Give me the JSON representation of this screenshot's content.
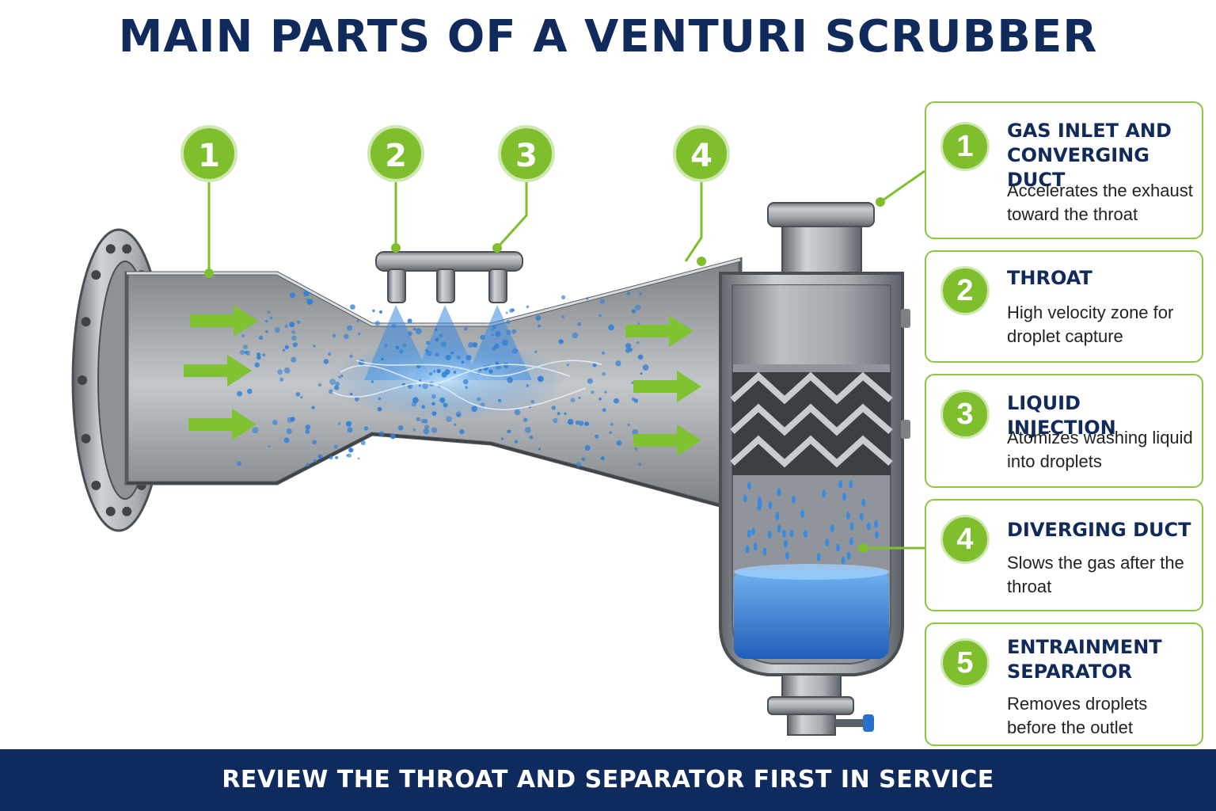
{
  "title": "MAIN PARTS OF A VENTURI SCRUBBER",
  "callouts": [
    "1",
    "2",
    "3",
    "4"
  ],
  "legend": [
    {
      "number": "1",
      "heading": "GAS INLET AND CONVERGING DUCT",
      "description": "Accelerates the exhaust toward the throat"
    },
    {
      "number": "2",
      "heading": "THROAT",
      "description": "High velocity zone for droplet capture"
    },
    {
      "number": "3",
      "heading": "LIQUID INJECTION",
      "description": "Atomizes washing liquid into droplets"
    },
    {
      "number": "4",
      "heading": "DIVERGING DUCT",
      "description": "Slows the gas after the throat"
    },
    {
      "number": "5",
      "heading": "ENTRAINMENT SEPARATOR",
      "description": "Removes droplets before the outlet"
    }
  ],
  "footer": "REVIEW THE THROAT AND SEPARATOR FIRST IN SERVICE",
  "colors": {
    "accent_green": "#7fbf2e",
    "navy": "#102a5c",
    "water_blue": "#2f7fd6",
    "steel": "#9ea4aa"
  }
}
